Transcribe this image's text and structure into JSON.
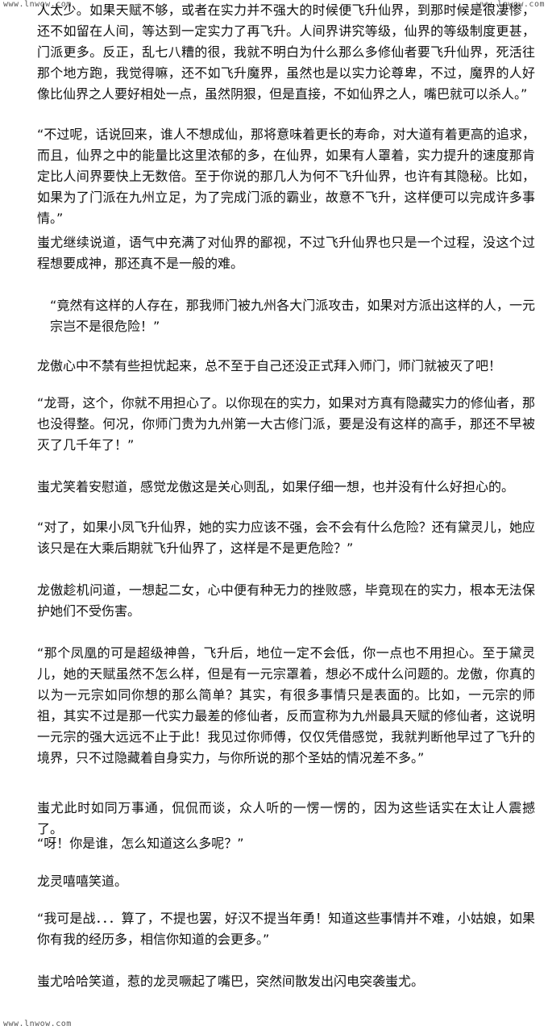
{
  "watermark": "www.lnwow.com",
  "paragraphs": [
    "人太少。如果天赋不够，或者在实力并不强大的时候便飞升仙界，到那时候是很凄惨，还不如留在人间，等达到一定实力了再飞升。人间界讲究等级，仙界的等级制度更甚，门派更多。反正，乱七八糟的很，我就不明白为什么那么多修仙者要飞升仙界，死活往那个地方跑，我觉得嘛，还不如飞升魔界，虽然也是以实力论尊卑，不过，魔界的人好像比仙界之人要好相处一点，虽然阴狠，但是直接，不如仙界之人，嘴巴就可以杀人。”",
    "“不过呢，话说回来，谁人不想成仙，那将意味着更长的寿命，对大道有着更高的追求，而且，仙界之中的能量比这里浓郁的多，在仙界，如果有人罩着，实力提升的速度那肯定比人间界要快上无数倍。至于你说的那几人为何不飞升仙界，也许有其隐秘。比如，如果为了门派在九州立足，为了完成门派的霸业，故意不飞升，这样便可以完成许多事情。”",
    "蚩尤继续说道，语气中充满了对仙界的鄙视，不过飞升仙界也只是一个过程，没这个过程想要成神，那还真不是一般的难。",
    "“竟然有这样的人存在，那我师门被九州各大门派攻击，如果对方派出这样的人，一元宗岂不是很危险！”",
    "龙傲心中不禁有些担忧起来，总不至于自己还没正式拜入师门，师门就被灭了吧！",
    "“龙哥，这个，你就不用担心了。以你现在的实力，如果对方真有隐藏实力的修仙者，那也没得整。何况，你师门贵为九州第一大古修门派，要是没有这样的高手，那还不早被灭了几千年了！”",
    "蚩尤笑着安慰道，感觉龙傲这是关心则乱，如果仔细一想，也并没有什么好担心的。",
    "“对了，如果小凤飞升仙界，她的实力应该不强，会不会有什么危险？还有黛灵儿，她应该只是在大乘后期就飞升仙界了，这样是不是更危险？”",
    "龙傲趁机问道，一想起二女，心中便有种无力的挫败感，毕竟现在的实力，根本无法保护她们不受伤害。",
    "“那个凤凰的可是超级神兽，飞升后，地位一定不会低，你一点也不用担心。至于黛灵儿，她的天赋虽然不怎么样，但是有一元宗罩着，想必不成什么问题的。龙傲，你真的以为一元宗如同你想的那么简单？其实，有很多事情只是表面的。比如，一元宗的师祖，其实不过是那一代实力最差的修仙者，反而宣称为九州最具天赋的修仙者，这说明一元宗的强大远远不止于此！我见过你师傅，仅仅凭借感觉，我就判断他早过了飞升的境界，只不过隐藏着自身实力，与你所说的那个圣姑的情况差不多。”",
    "蚩尤此时如同万事通，侃侃而谈，众人听的一愣一愣的，因为这些话实在太让人震撼了。",
    "“呀！你是谁，怎么知道这么多呢？”",
    "龙灵嘻嘻笑道。",
    "“我可是战．．．算了，不提也罢，好汉不提当年勇！知道这些事情并不难，小姑娘，如果你有我的经历多，相信你知道的会更多。”",
    "蚩尤哈哈笑道，惹的龙灵噘起了嘴巴，突然间散发出闪电突袭蚩尤。"
  ]
}
